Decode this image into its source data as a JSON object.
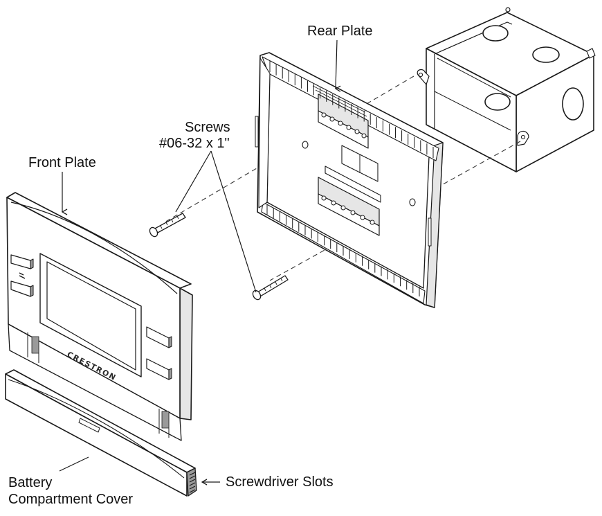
{
  "labels": {
    "rear_plate": "Rear Plate",
    "screws_line1": "Screws",
    "screws_line2": "#06-32 x 1\"",
    "front_plate": "Front Plate",
    "battery_line1": "Battery",
    "battery_line2": "Compartment Cover",
    "screwdriver_slots": "Screwdriver Slots"
  },
  "brand_text": "CRESTRON",
  "colors": {
    "line": "#1a1a1a",
    "fill": "#ffffff",
    "shade": "#e6e6e6",
    "dark_shade": "#9a9a9a"
  }
}
